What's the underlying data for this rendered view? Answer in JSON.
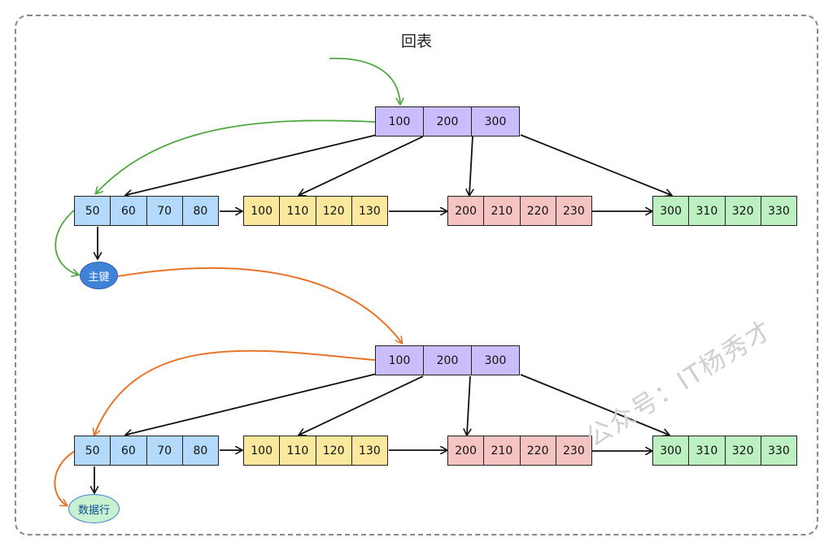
{
  "title": "回表",
  "tree_top": {
    "root": [
      "100",
      "200",
      "300"
    ],
    "leaves": [
      [
        "50",
        "60",
        "70",
        "80"
      ],
      [
        "100",
        "110",
        "120",
        "130"
      ],
      [
        "200",
        "210",
        "220",
        "230"
      ],
      [
        "300",
        "310",
        "320",
        "330"
      ]
    ]
  },
  "primary_key_label": "主键",
  "tree_bottom": {
    "root": [
      "100",
      "200",
      "300"
    ],
    "leaves": [
      [
        "50",
        "60",
        "70",
        "80"
      ],
      [
        "100",
        "110",
        "120",
        "130"
      ],
      [
        "200",
        "210",
        "220",
        "230"
      ],
      [
        "300",
        "310",
        "320",
        "330"
      ]
    ]
  },
  "data_row_label": "数据行",
  "watermark": "公众号：IT杨秀才",
  "colors": {
    "root": "#cbbdfb",
    "leaf_1": "#b3d9fb",
    "leaf_2": "#fbe89c",
    "leaf_3": "#f6c3c3",
    "leaf_4": "#bdf0c0",
    "green_path": "#4fa83f",
    "orange_path": "#e8742a"
  }
}
